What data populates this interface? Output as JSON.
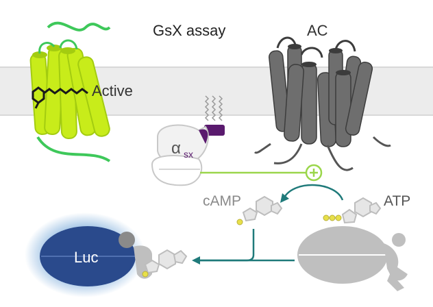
{
  "title": "GsX assay",
  "labels": {
    "active": "Active",
    "ac": "AC",
    "alpha_symbol": "α",
    "alpha_subscript": "sx",
    "plus": "+",
    "camp": "cAMP",
    "atp": "ATP",
    "luc": "Luc"
  },
  "colors": {
    "receptor_bright": "#c8ec1a",
    "receptor_dark": "#a3cc10",
    "receptor_loop": "#3ec85a",
    "membrane": "#ececec",
    "ac_fill": "#6e6e6e",
    "ac_dark": "#3c3c3c",
    "alpha_purple": "#5a1a6e",
    "activation_line": "#9ad64a",
    "signal_teal": "#1f7a7a",
    "ligand_yellow": "#e8e04a",
    "luc_blue": "#2a4a8c",
    "luc_glow": "#8fb8e0",
    "protein_grey": "#bfbfbf"
  }
}
